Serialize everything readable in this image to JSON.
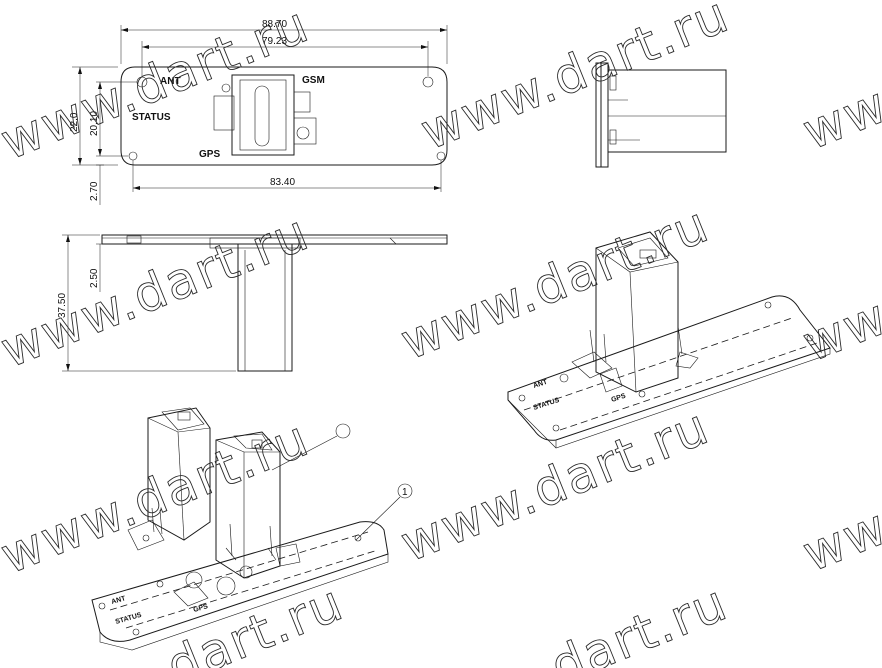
{
  "dimensions": {
    "overall_width": "88.70",
    "hole_spacing": "79.23",
    "edge_offset": "2.70",
    "base_length": "83.40",
    "hole_v1": "20.10",
    "hole_v2": "22.0",
    "plate_thickness": "2.50",
    "total_height": "37.50"
  },
  "labels": {
    "ant": "ANT",
    "gsm": "GSM",
    "status": "STATUS",
    "gps": "GPS"
  },
  "callout": {
    "number": "1"
  },
  "watermark": {
    "text": "www.dart.ru",
    "short_text": "dart.ru"
  }
}
